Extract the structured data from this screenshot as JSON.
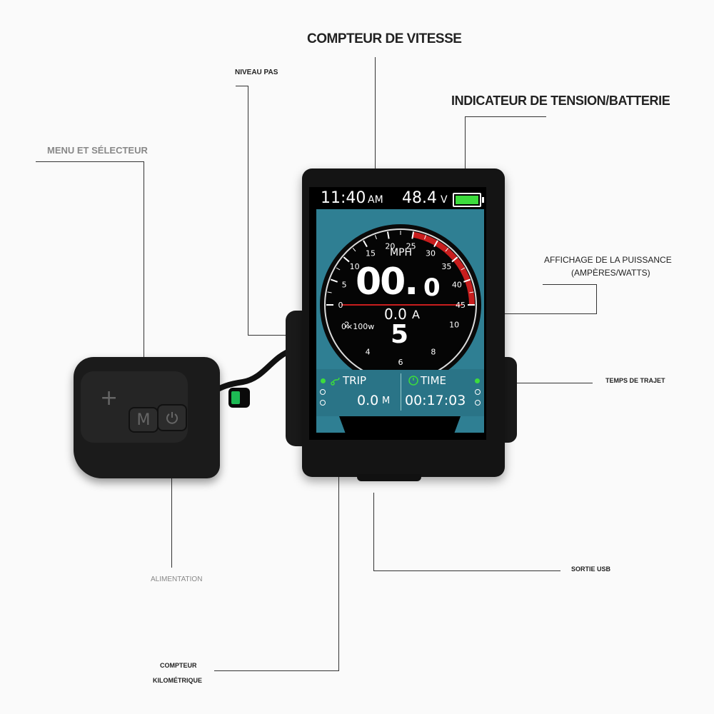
{
  "labels": {
    "speedometer": "COMPTEUR DE VITESSE",
    "assist_level": "NIVEAU PAS",
    "battery": "INDICATEUR DE TENSION/BATTERIE",
    "menu": "MENU ET SÉLECTEUR",
    "power_line1": "AFFICHAGE DE LA PUISSANCE",
    "power_line2": "(AMPÈRES/WATTS)",
    "trip_time": "TEMPS DE TRAJET",
    "power_supply": "ALIMENTATION",
    "usb": "SORTIE USB",
    "odometer_line1": "COMPTEUR",
    "odometer_line2": "KILOMÉTRIQUE"
  },
  "display": {
    "clock": "11:40",
    "clock_suffix": "AM",
    "voltage": "48.4",
    "voltage_unit": "V",
    "speed_unit": "MPH",
    "speed": "00.",
    "speed_decimal": "0",
    "current": "0.0",
    "current_unit": "A",
    "power_scale": "0×100w",
    "assist": "5",
    "trip_label": "TRIP",
    "trip_value": "0.0",
    "trip_unit": "M",
    "time_label": "TIME",
    "time_value": "00:17:03",
    "battery_color": "#3ddc3d",
    "red_zone_color": "#c81e1e"
  },
  "gauge": {
    "outer_ticks": [
      "0",
      "5",
      "10",
      "15",
      "20",
      "25",
      "30",
      "35",
      "40",
      "45"
    ],
    "inner_ticks": [
      "2",
      "4",
      "6",
      "8",
      "10"
    ]
  },
  "remote": {
    "plus": "+",
    "menu_button": "M",
    "power_icon": "power-icon"
  }
}
